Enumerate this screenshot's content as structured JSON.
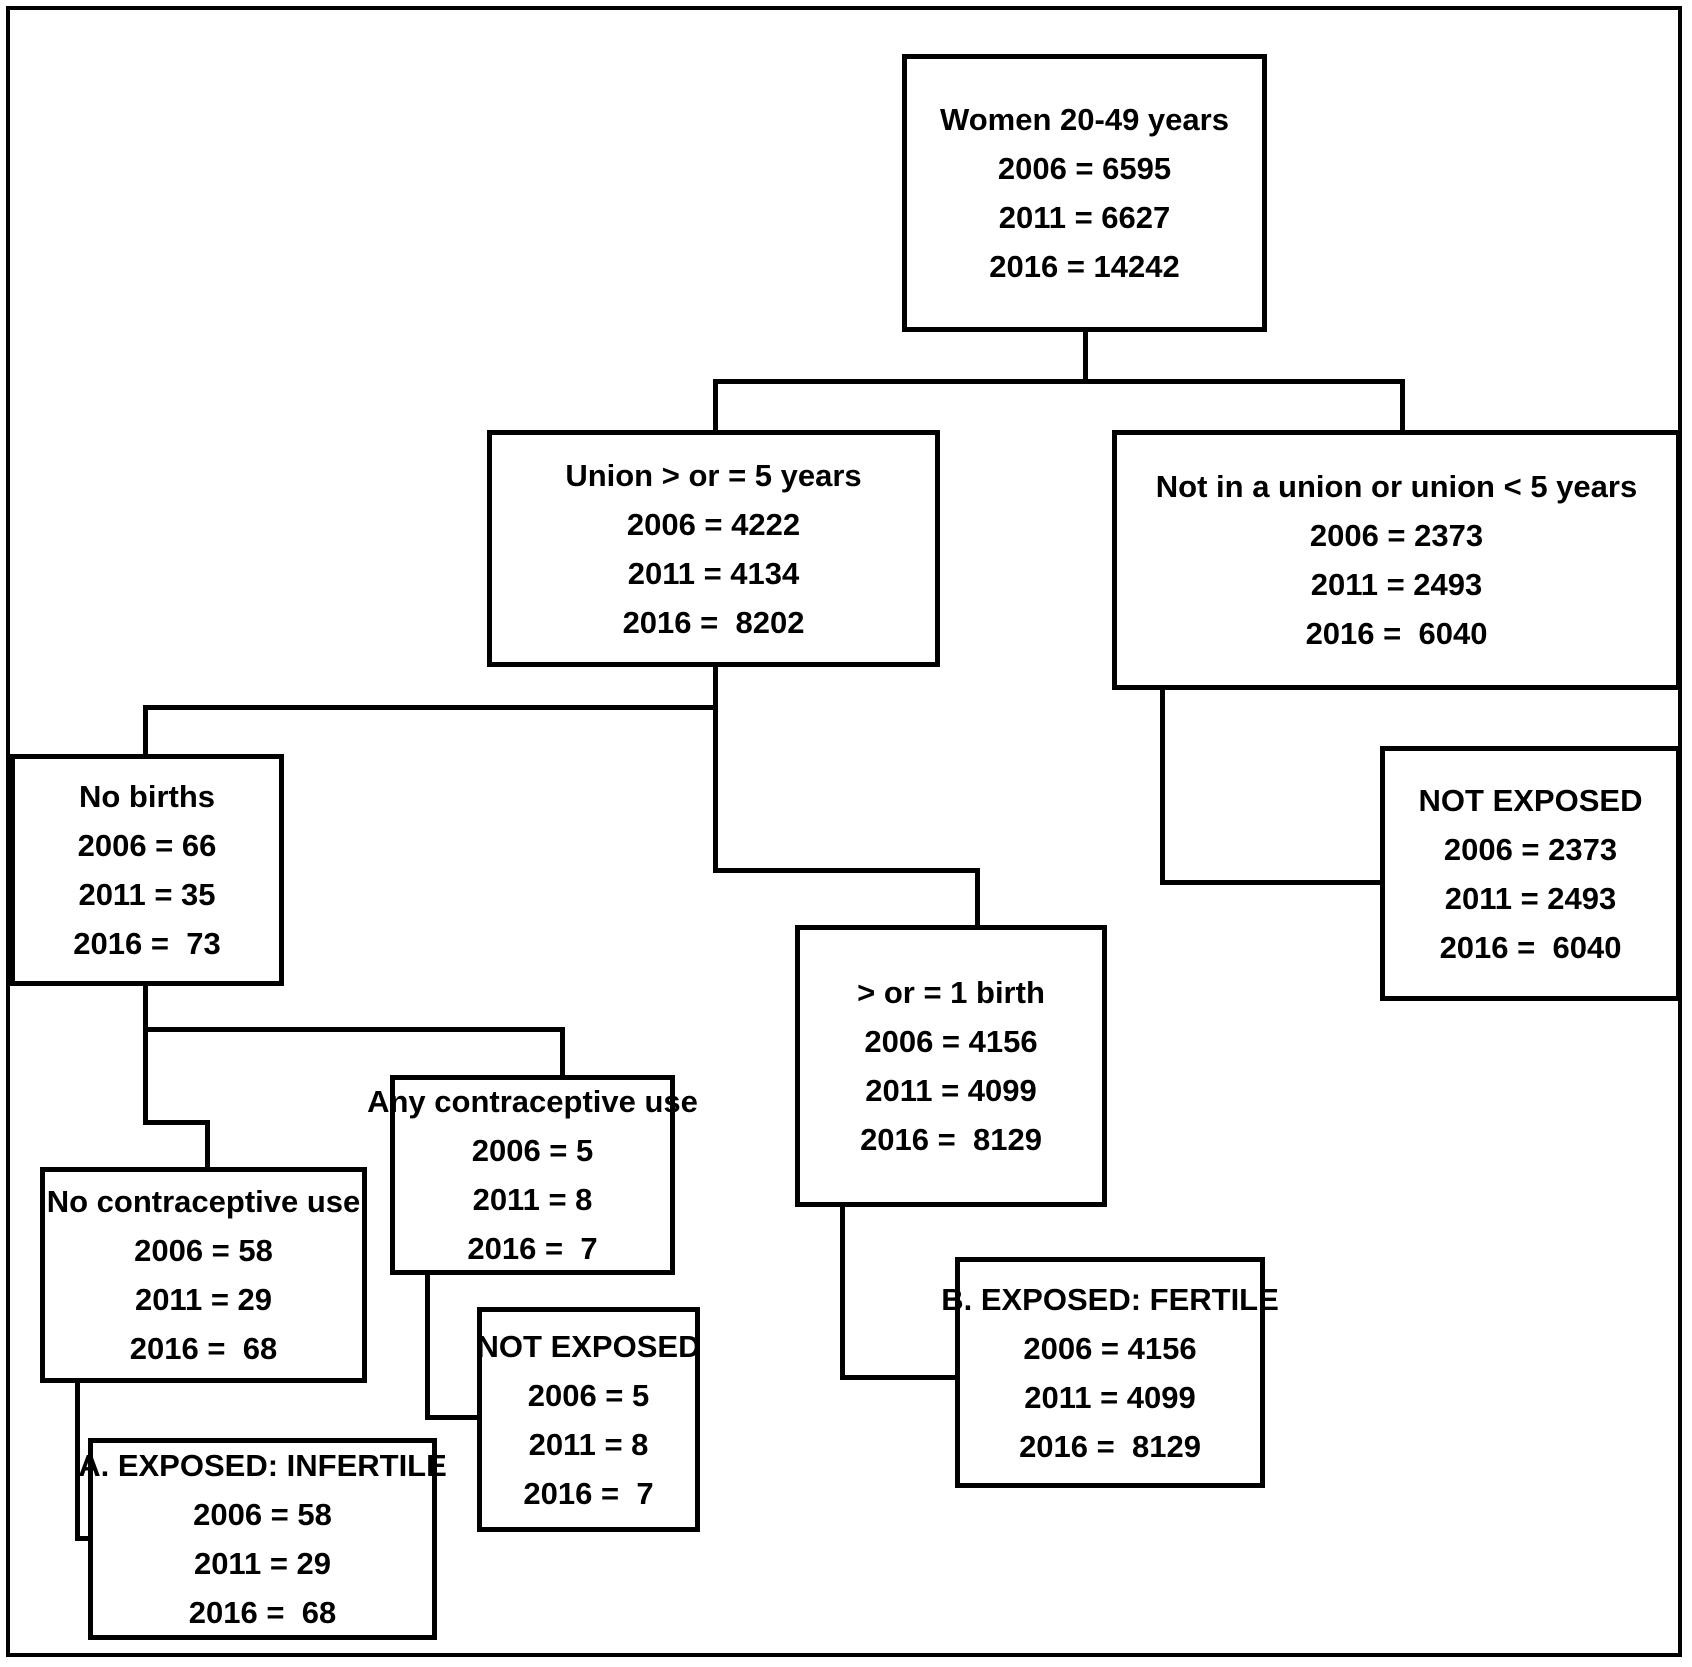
{
  "figure": {
    "type": "flowchart",
    "description": "Study population flow diagram of women by union status, births and contraceptive use for survey years 2006, 2011 and 2016",
    "background_color": "#ffffff",
    "line_color": "#000000",
    "years_shown": [
      "2006",
      "2011",
      "2016"
    ]
  },
  "nodes": {
    "women": {
      "title": "Women 20-49 years",
      "values": [
        "2006 = 6595",
        "2011 = 6627",
        "2016 = 14242"
      ]
    },
    "union5": {
      "title": "Union > or = 5 years",
      "values": [
        "2006 = 4222",
        "2011 = 4134",
        "2016 =  8202"
      ]
    },
    "not_union": {
      "title": "Not in a union or union < 5 years",
      "values": [
        "2006 = 2373",
        "2011 = 2493",
        "2016 =  6040"
      ]
    },
    "no_births": {
      "title": "No births",
      "values": [
        "2006 = 66",
        "2011 = 35",
        "2016 =  73"
      ]
    },
    "ge1_birth": {
      "title": "> or = 1 birth",
      "values": [
        "2006 = 4156",
        "2011 = 4099",
        "2016 =  8129"
      ]
    },
    "not_exposed_right": {
      "title": "NOT EXPOSED",
      "values": [
        "2006 = 2373",
        "2011 = 2493",
        "2016 =  6040"
      ]
    },
    "any_contraceptive": {
      "title": "Any contraceptive use",
      "values": [
        "2006 = 5",
        "2011 = 8",
        "2016 =  7"
      ]
    },
    "no_contraceptive": {
      "title": "No contraceptive use",
      "values": [
        "2006 = 58",
        "2011 = 29",
        "2016 =  68"
      ]
    },
    "not_exposed_mid": {
      "title": "NOT EXPOSED",
      "values": [
        "2006 = 5",
        "2011 = 8",
        "2016 =  7"
      ]
    },
    "exposed_infertile": {
      "title": "A. EXPOSED: INFERTILE",
      "values": [
        "2006 = 58",
        "2011 = 29",
        "2016 =  68"
      ]
    },
    "exposed_fertile": {
      "title": "B. EXPOSED: FERTILE",
      "values": [
        "2006 = 4156",
        "2011 = 4099",
        "2016 =  8129"
      ]
    }
  },
  "edges": [
    {
      "from": "women",
      "to": "union5"
    },
    {
      "from": "women",
      "to": "not_union"
    },
    {
      "from": "union5",
      "to": "no_births"
    },
    {
      "from": "union5",
      "to": "ge1_birth"
    },
    {
      "from": "not_union",
      "to": "not_exposed_right"
    },
    {
      "from": "no_births",
      "to": "no_contraceptive"
    },
    {
      "from": "no_births",
      "to": "any_contraceptive"
    },
    {
      "from": "any_contraceptive",
      "to": "not_exposed_mid"
    },
    {
      "from": "no_contraceptive",
      "to": "exposed_infertile"
    },
    {
      "from": "ge1_birth",
      "to": "exposed_fertile"
    }
  ]
}
